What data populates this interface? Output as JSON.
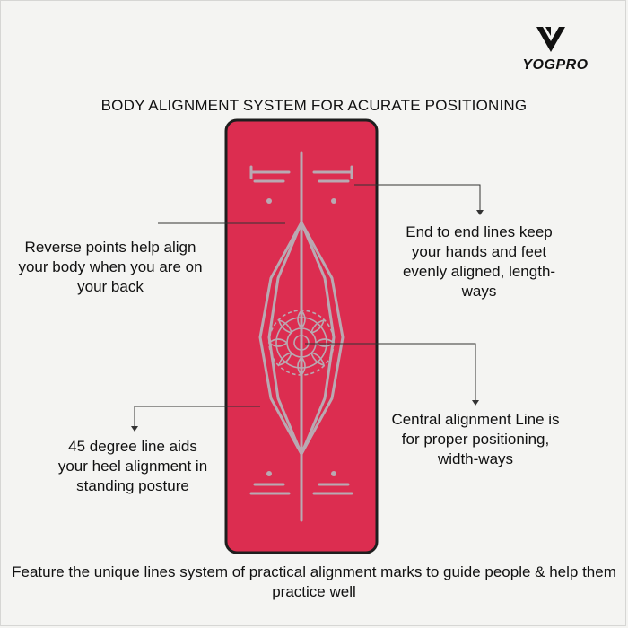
{
  "brand": {
    "name": "YOGPRO",
    "logo_icon": "yogpro-chevron-logo"
  },
  "headline": "BODY ALIGNMENT SYSTEM FOR ACURATE POSITIONING",
  "callouts": {
    "reverse_points": "Reverse points help align your body when you are on your back",
    "end_to_end": "End to end lines keep your hands and feet evenly aligned, length-ways",
    "degree_line": "45 degree line aids your heel alignment in standing posture",
    "central_line": "Central alignment Line is for proper positioning, width-ways"
  },
  "footer": "Feature the unique lines system of practical alignment marks to guide people & help them practice well",
  "colors": {
    "mat": "#dc2d50",
    "mat_border": "#1e1e1e",
    "mat_lines": "#b9a9b2",
    "leader": "#333333"
  }
}
